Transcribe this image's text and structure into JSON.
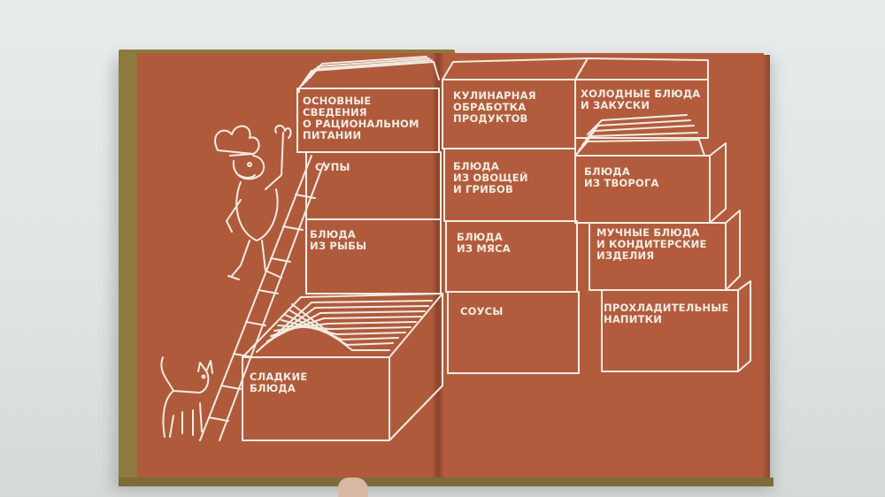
{
  "image": {
    "subject": "open_book_endpaper",
    "colors": {
      "page": "#b05a3c",
      "ink": "#f1ece3",
      "cover": "#8e7a3e",
      "background": "#e3e6e6"
    }
  },
  "sections": [
    {
      "label": "ОСНОВНЫЕ\nСВЕДЕНИЯ\nО РАЦИОНАЛЬНОМ\nПИТАНИИ"
    },
    {
      "label": "СУПЫ"
    },
    {
      "label": "БЛЮДА\nИЗ РЫБЫ"
    },
    {
      "label": "СЛАДКИЕ\nБЛЮДА"
    },
    {
      "label": "КУЛИНАРНАЯ\nОБРАБОТКА\nПРОДУКТОВ"
    },
    {
      "label": "БЛЮДА\nИЗ ОВОЩЕЙ\nИ ГРИБОВ"
    },
    {
      "label": "БЛЮДА\nИЗ МЯСА"
    },
    {
      "label": "СОУСЫ"
    },
    {
      "label": "ХОЛОДНЫЕ БЛЮДА\nИ ЗАКУСКИ"
    },
    {
      "label": "БЛЮДА\nИЗ ТВОРОГА"
    },
    {
      "label": "МУЧНЫЕ БЛЮДА\nИ КОНДИТЕРСКИЕ\nИЗДЕЛИЯ"
    },
    {
      "label": "ПРОХЛАДИТЕЛЬНЫЕ\nНАПИТКИ"
    }
  ],
  "illustrations": [
    "chef-on-ladder",
    "cat",
    "file-drawer-cabinet"
  ]
}
